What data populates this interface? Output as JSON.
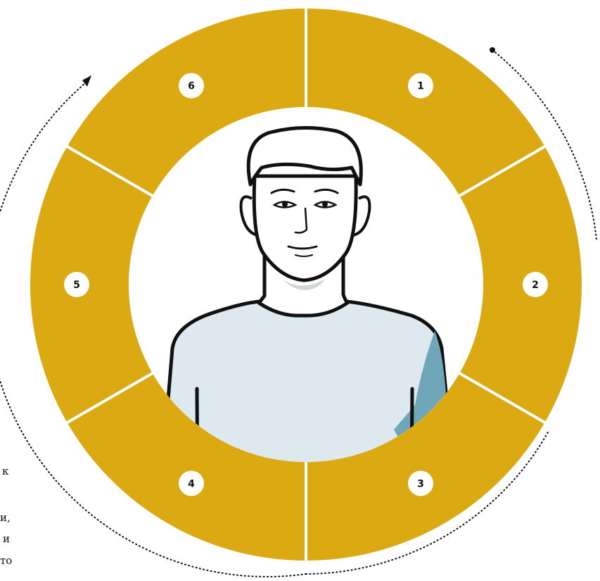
{
  "colors": {
    "ring": "#dba912",
    "divider": "#ffffff",
    "badge_fill": "#ffffff",
    "badge_text": "#111111",
    "shirt": "#dde9ee",
    "shirt_shadow": "#6fa6b8",
    "outline": "#111111",
    "arrow": "#111111"
  },
  "segments": [
    {
      "number": "1"
    },
    {
      "number": "2"
    },
    {
      "number": "3"
    },
    {
      "number": "4"
    },
    {
      "number": "5"
    },
    {
      "number": "6"
    }
  ],
  "person_icon": "man-portrait-icon",
  "cycle_arrow_icon": "dotted-clockwise-arrow-icon",
  "left_text_fragments": [
    "к",
    "и,",
    "и",
    "то"
  ]
}
